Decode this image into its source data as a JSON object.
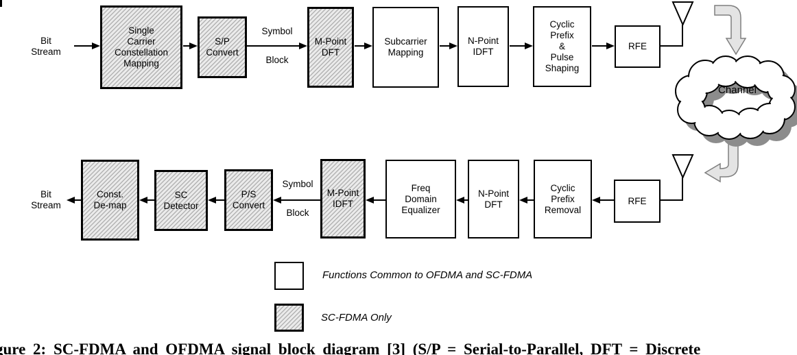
{
  "tx": {
    "input_label": "Bit\nStream",
    "symbol_label_line1": "Symbol",
    "symbol_label_line2": "Block",
    "blocks": {
      "sccm": "Single\nCarrier\nConstellation\nMapping",
      "sp_convert": "S/P\nConvert",
      "m_point_dft": "M-Point\nDFT",
      "subcarrier_mapping": "Subcarrier\nMapping",
      "n_point_idft": "N-Point\nIDFT",
      "cp_pulse_shaping": "Cyclic\nPrefix\n&\nPulse\nShaping",
      "rfe": "RFE"
    }
  },
  "rx": {
    "output_label": "Bit\nStream",
    "symbol_label_line1": "Symbol",
    "symbol_label_line2": "Block",
    "blocks": {
      "rfe": "RFE",
      "cp_removal": "Cyclic\nPrefix\nRemoval",
      "n_point_dft": "N-Point\nDFT",
      "freq_domain_equalizer": "Freq\nDomain\nEqualizer",
      "m_point_idft": "M-Point\nIDFT",
      "ps_convert": "P/S\nConvert",
      "sc_detector": "SC\nDetector",
      "const_demap": "Const.\nDe-map"
    }
  },
  "channel_label": "Channel",
  "legend": {
    "common_label": "Functions Common to OFDMA and SC-FDMA",
    "scfdma_label": "SC-FDMA Only"
  },
  "caption_visible": "gure 2: SC-FDMA and OFDMA signal block diagram [3] (S/P = Serial-to-Parallel, DFT = Discrete",
  "colors": {
    "hatch_fill": "#ebebeb",
    "hatch_line": "#b3b3b3",
    "box_border": "#000000",
    "gray_arrow_fill": "#e4e4e4",
    "gray_arrow_outline": "#7f7f7f",
    "cloud_shadow": "#8c8c8c"
  }
}
